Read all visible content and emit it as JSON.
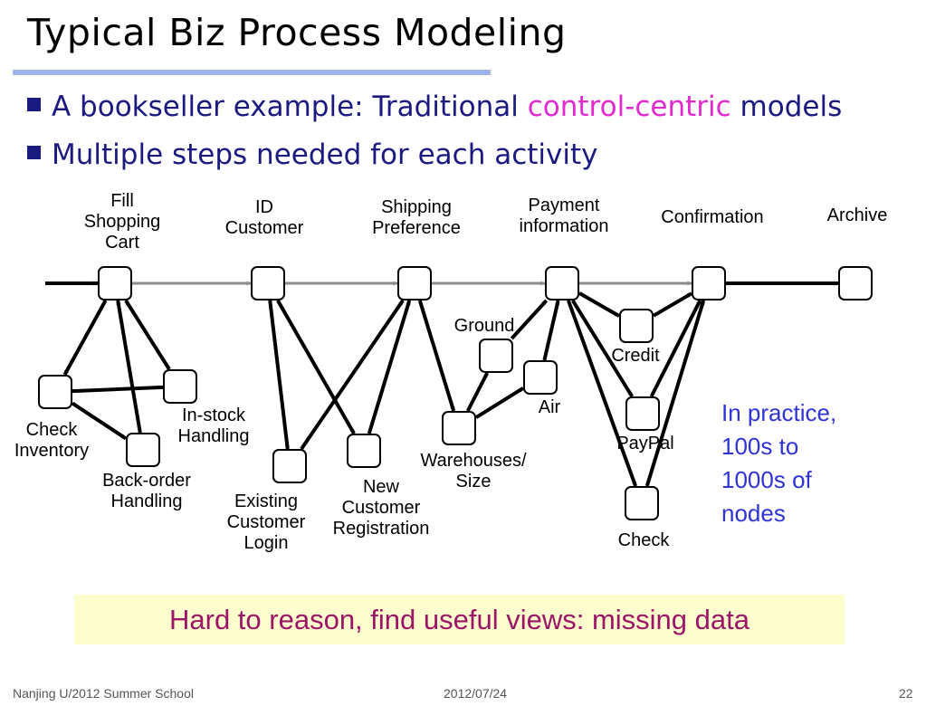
{
  "slide": {
    "title": "Typical Biz Process Modeling",
    "bullets": [
      {
        "pre": "A bookseller example: Traditional ",
        "highlight": "control-centric",
        "post": " models"
      },
      {
        "pre": "Multiple steps needed for each activity"
      }
    ],
    "practice_note": [
      "In practice,",
      "100s to",
      "1000s of",
      "nodes"
    ],
    "banner": "Hard to reason, find useful views: missing data",
    "footer": {
      "left": "Nanjing U/2012 Summer School",
      "center": "2012/07/24",
      "right": "22"
    }
  },
  "diagram": {
    "nodes": [
      {
        "id": "fill-cart",
        "lines": [
          "Fill",
          "Shopping",
          "Cart"
        ]
      },
      {
        "id": "id-customer",
        "lines": [
          "ID",
          "Customer"
        ]
      },
      {
        "id": "shipping-preference",
        "lines": [
          "Shipping",
          "Preference"
        ]
      },
      {
        "id": "payment-information",
        "lines": [
          "Payment",
          "information"
        ]
      },
      {
        "id": "confirmation",
        "lines": [
          "Confirmation"
        ]
      },
      {
        "id": "archive",
        "lines": [
          "Archive"
        ]
      },
      {
        "id": "check-inventory",
        "lines": [
          "Check",
          "Inventory"
        ]
      },
      {
        "id": "in-stock-handling",
        "lines": [
          "In-stock",
          "Handling"
        ]
      },
      {
        "id": "back-order-handling",
        "lines": [
          "Back-order",
          "Handling"
        ]
      },
      {
        "id": "existing-customer-login",
        "lines": [
          "Existing",
          "Customer",
          "Login"
        ]
      },
      {
        "id": "new-customer-registration",
        "lines": [
          "New",
          "Customer",
          "Registration"
        ]
      },
      {
        "id": "warehouses-size",
        "lines": [
          "Warehouses/",
          "Size"
        ]
      },
      {
        "id": "ground",
        "lines": [
          "Ground"
        ]
      },
      {
        "id": "air",
        "lines": [
          "Air"
        ]
      },
      {
        "id": "credit",
        "lines": [
          "Credit"
        ]
      },
      {
        "id": "paypal",
        "lines": [
          "PayPal"
        ]
      },
      {
        "id": "check",
        "lines": [
          "Check"
        ]
      }
    ],
    "edges": [
      {
        "from": "start",
        "to": "fill-cart",
        "style": "black"
      },
      {
        "from": "fill-cart",
        "to": "id-customer",
        "style": "gray"
      },
      {
        "from": "id-customer",
        "to": "shipping-preference",
        "style": "gray"
      },
      {
        "from": "shipping-preference",
        "to": "payment-information",
        "style": "gray"
      },
      {
        "from": "payment-information",
        "to": "confirmation",
        "style": "gray"
      },
      {
        "from": "confirmation",
        "to": "archive",
        "style": "black"
      },
      {
        "from": "fill-cart",
        "to": "check-inventory",
        "style": "black"
      },
      {
        "from": "check-inventory",
        "to": "in-stock-handling",
        "style": "black"
      },
      {
        "from": "check-inventory",
        "to": "back-order-handling",
        "style": "black"
      },
      {
        "from": "in-stock-handling",
        "to": "fill-cart",
        "style": "black"
      },
      {
        "from": "back-order-handling",
        "to": "fill-cart",
        "style": "black"
      },
      {
        "from": "id-customer",
        "to": "existing-customer-login",
        "style": "black"
      },
      {
        "from": "id-customer",
        "to": "new-customer-registration",
        "style": "black"
      },
      {
        "from": "existing-customer-login",
        "to": "shipping-preference",
        "style": "black"
      },
      {
        "from": "new-customer-registration",
        "to": "shipping-preference",
        "style": "black"
      },
      {
        "from": "shipping-preference",
        "to": "warehouses-size",
        "style": "black"
      },
      {
        "from": "warehouses-size",
        "to": "ground",
        "style": "black"
      },
      {
        "from": "warehouses-size",
        "to": "air",
        "style": "black"
      },
      {
        "from": "ground",
        "to": "payment-information",
        "style": "black"
      },
      {
        "from": "air",
        "to": "payment-information",
        "style": "black"
      },
      {
        "from": "payment-information",
        "to": "credit",
        "style": "black"
      },
      {
        "from": "payment-information",
        "to": "paypal",
        "style": "black"
      },
      {
        "from": "payment-information",
        "to": "check",
        "style": "black"
      },
      {
        "from": "credit",
        "to": "confirmation",
        "style": "black"
      },
      {
        "from": "paypal",
        "to": "confirmation",
        "style": "black"
      },
      {
        "from": "check",
        "to": "confirmation",
        "style": "black"
      }
    ],
    "colors": {
      "black": "#000000",
      "gray": "#8c8c8c",
      "bullet": "#1a1a80",
      "highlight": "#e02ad0",
      "practice": "#2f33d6",
      "banner_text": "#9c1467",
      "banner_bg": "#fdfdcd",
      "title_bar": "#9db5e8"
    }
  }
}
